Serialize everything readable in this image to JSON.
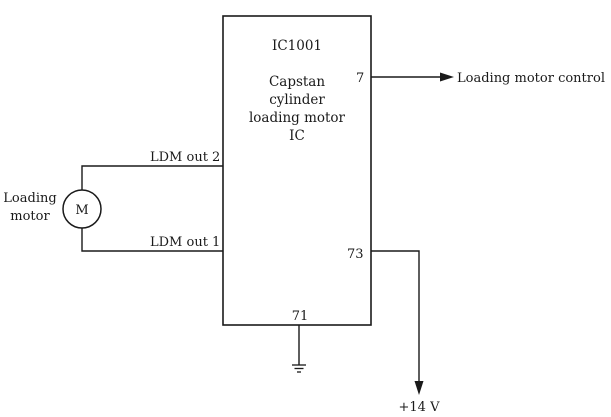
{
  "diagram": {
    "ic": {
      "designator": "IC1001",
      "description_lines": [
        "Capstan",
        "cylinder",
        "loading motor",
        "IC"
      ]
    },
    "pins": {
      "pin7": "7",
      "pin73": "73",
      "pin71": "71"
    },
    "signals": {
      "ldm_out_2": "LDM out 2",
      "ldm_out_1": "LDM out 1",
      "loading_motor_control": "Loading motor control",
      "supply": "+14 V"
    },
    "motor": {
      "symbol": "M",
      "label_lines": [
        "Loading",
        "motor"
      ]
    }
  },
  "colors": {
    "line": "#1a1a1a",
    "background": "#ffffff"
  }
}
